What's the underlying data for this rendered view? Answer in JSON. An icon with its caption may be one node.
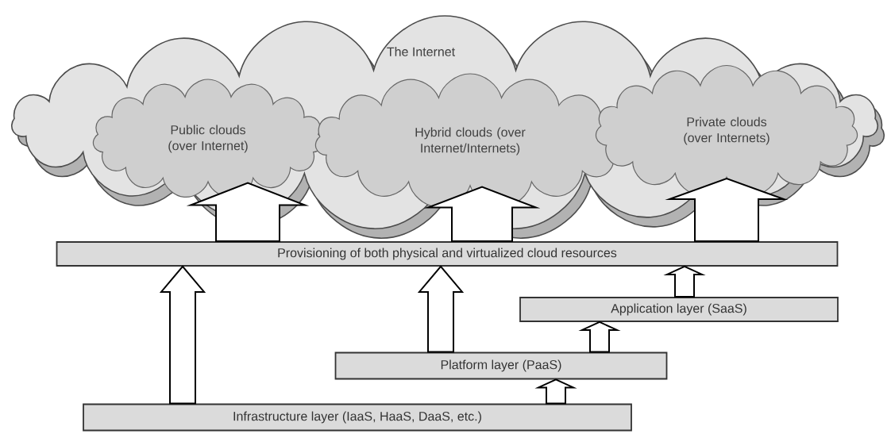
{
  "diagram": {
    "nodes": [
      {
        "text": [
          "The Internet"
        ]
      },
      {
        "text": [
          "Public clouds (over Internet)"
        ],
        "in": 0
      },
      {
        "text": [
          "Hybrid clouds (over Internet/Internets)"
        ],
        "in": 0
      },
      {
        "text": [
          "Private clouds (over Internets)"
        ],
        "in": 0
      },
      {
        "text": [
          "Provisioning of both physical and virtualized cloud resources"
        ]
      },
      {
        "text": [
          "Application layer (SaaS)"
        ]
      },
      {
        "text": [
          "Platform layer (PaaS)"
        ]
      },
      {
        "text": [
          "Infrastructure layer (IaaS, HaaS, DaaS, etc.)"
        ]
      }
    ],
    "edges": [
      {
        "from": 4,
        "to": 1,
        "arrow": "to"
      },
      {
        "from": 4,
        "to": 2,
        "arrow": "to"
      },
      {
        "from": 4,
        "to": 3,
        "arrow": "to"
      },
      {
        "from": 7,
        "to": 4,
        "arrow": "to"
      },
      {
        "from": 6,
        "to": 4,
        "arrow": "to"
      },
      {
        "from": 5,
        "to": 4,
        "arrow": "to"
      },
      {
        "from": 6,
        "to": 5,
        "arrow": "to"
      },
      {
        "from": 7,
        "to": 6,
        "arrow": "to"
      }
    ]
  }
}
